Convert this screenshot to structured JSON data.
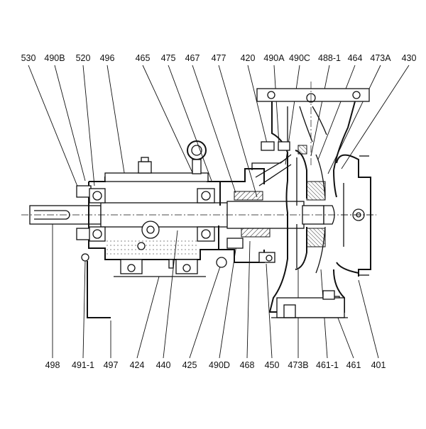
{
  "diagram": {
    "top_labels": [
      "530",
      "490B",
      "520",
      "496",
      "465",
      "475",
      "467",
      "477",
      "420",
      "490A",
      "490C",
      "488-1",
      "464",
      "473A",
      "430"
    ],
    "bottom_labels": [
      "498",
      "491-1",
      "497",
      "424",
      "440",
      "425",
      "490D",
      "468",
      "450",
      "473B",
      "461-1",
      "461",
      "401"
    ]
  }
}
